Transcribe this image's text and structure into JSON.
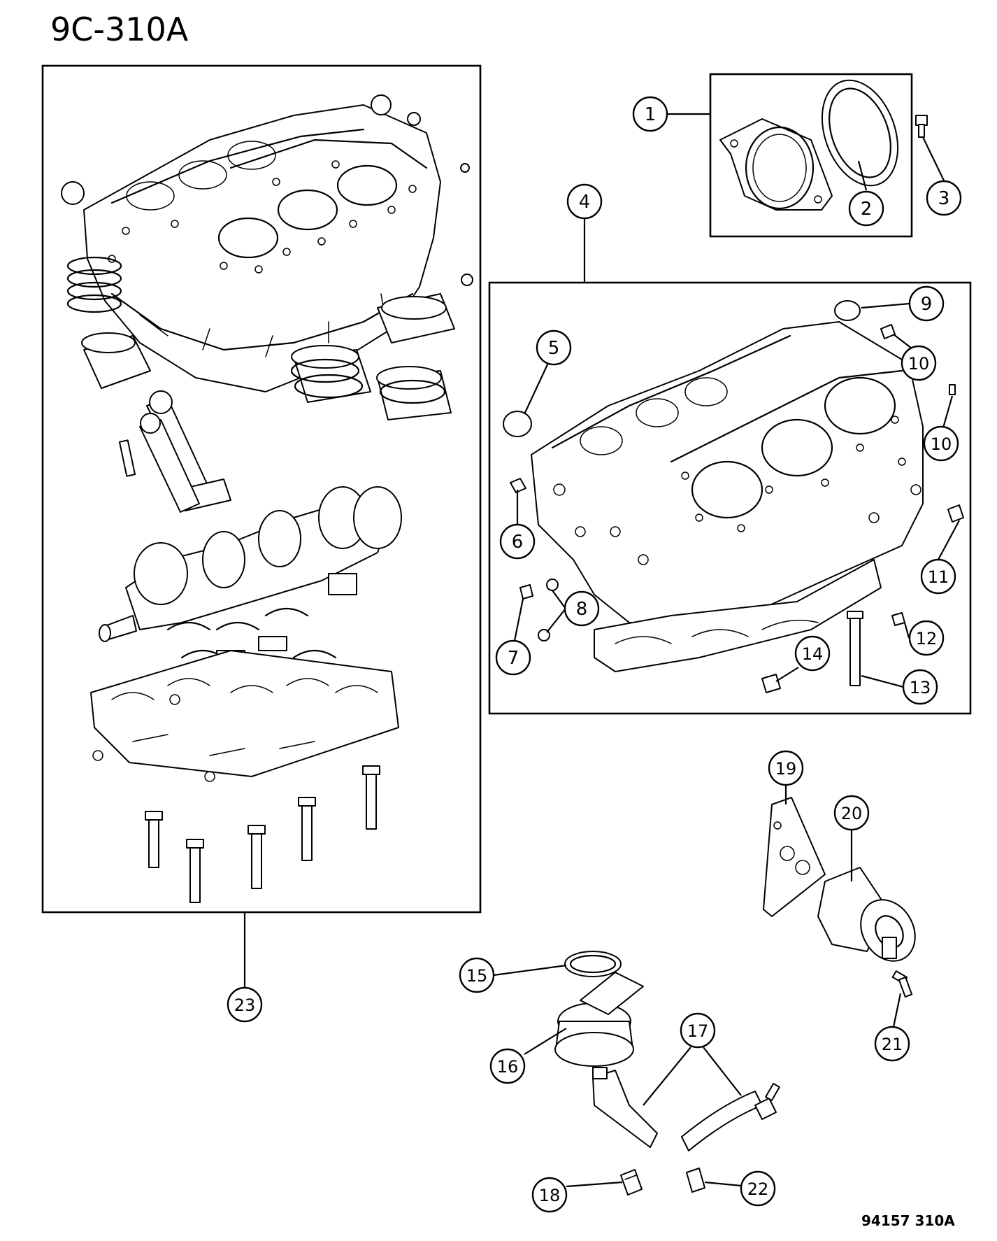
{
  "diagram_title": "9C-310A",
  "diagram_code": "94157  310A",
  "callouts": [
    {
      "id": "c1",
      "label": "1"
    },
    {
      "id": "c2",
      "label": "2"
    },
    {
      "id": "c3",
      "label": "3"
    },
    {
      "id": "c4",
      "label": "4"
    },
    {
      "id": "c5",
      "label": "5"
    },
    {
      "id": "c6",
      "label": "6"
    },
    {
      "id": "c7",
      "label": "7"
    },
    {
      "id": "c8",
      "label": "8"
    },
    {
      "id": "c9",
      "label": "9"
    },
    {
      "id": "c10a",
      "label": "10"
    },
    {
      "id": "c10b",
      "label": "10"
    },
    {
      "id": "c11",
      "label": "11"
    },
    {
      "id": "c12",
      "label": "12"
    },
    {
      "id": "c13",
      "label": "13"
    },
    {
      "id": "c14",
      "label": "14"
    },
    {
      "id": "c15",
      "label": "15"
    },
    {
      "id": "c16",
      "label": "16"
    },
    {
      "id": "c17",
      "label": "17"
    },
    {
      "id": "c18",
      "label": "18"
    },
    {
      "id": "c19",
      "label": "19"
    },
    {
      "id": "c20",
      "label": "20"
    },
    {
      "id": "c21",
      "label": "21"
    },
    {
      "id": "c22",
      "label": "22"
    },
    {
      "id": "c23",
      "label": "23"
    }
  ]
}
